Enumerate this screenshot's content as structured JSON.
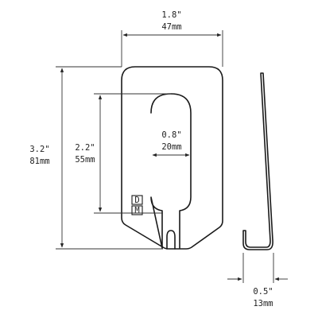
{
  "dimensions": {
    "overall_width": {
      "imperial": "1.8\"",
      "metric": "47mm"
    },
    "overall_height": {
      "imperial": "3.2\"",
      "metric": "81mm"
    },
    "slot_height": {
      "imperial": "2.2\"",
      "metric": "55mm"
    },
    "slot_width": {
      "imperial": "0.8\"",
      "metric": "20mm"
    },
    "hook_depth": {
      "imperial": "0.5\"",
      "metric": "13mm"
    }
  },
  "logo": {
    "lines": [
      "D",
      "M"
    ]
  }
}
